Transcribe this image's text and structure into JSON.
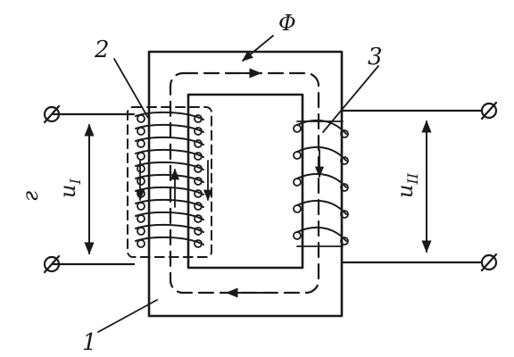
{
  "diagram": {
    "labels": {
      "core": "1",
      "primary_winding": "2",
      "secondary_winding": "3",
      "flux": "Φ",
      "primary_voltage": "u",
      "primary_voltage_sub": "I",
      "secondary_voltage": "u",
      "secondary_voltage_sub": "II",
      "side_mark": "г"
    },
    "colors": {
      "ink": "#1a1a1a",
      "background": "#ffffff"
    }
  }
}
